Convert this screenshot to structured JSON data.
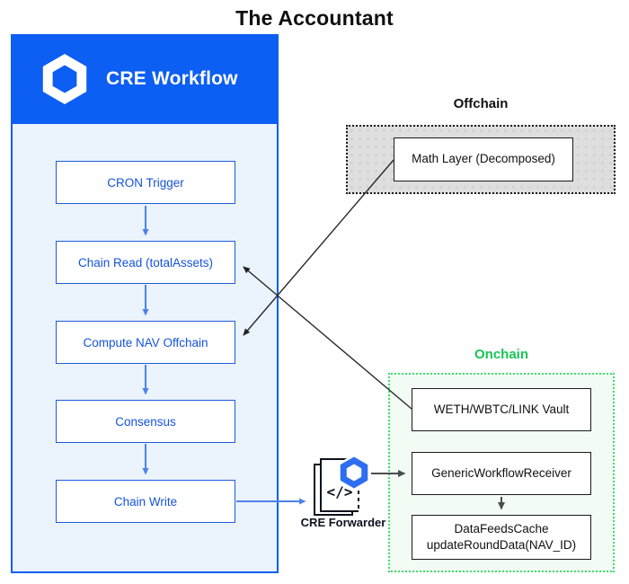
{
  "title": "The Accountant",
  "cre_panel": {
    "title": "CRE Workflow",
    "logo": "chainlink-hexagon-logo",
    "steps": [
      "CRON Trigger",
      "Chain Read (totalAssets)",
      "Compute NAV Offchain",
      "Consensus",
      "Chain Write"
    ]
  },
  "offchain": {
    "title": "Offchain",
    "math_layer": "Math Layer (Decomposed)"
  },
  "onchain": {
    "title": "Onchain",
    "vault": "WETH/WBTC/LINK Vault",
    "receiver": "GenericWorkflowReceiver",
    "datafeeds_line1": "DataFeedsCache",
    "datafeeds_line2": "updateRoundData(NAV_ID)"
  },
  "forwarder": {
    "label": "CRE Forwarder",
    "code_glyph": "</>",
    "icon": "code-pages-with-chainlink-badge"
  },
  "connections": [
    {
      "from": "CRON Trigger",
      "to": "Chain Read (totalAssets)"
    },
    {
      "from": "Chain Read (totalAssets)",
      "to": "Compute NAV Offchain"
    },
    {
      "from": "Compute NAV Offchain",
      "to": "Consensus"
    },
    {
      "from": "Consensus",
      "to": "Chain Write"
    },
    {
      "from": "Chain Write",
      "to": "CRE Forwarder"
    },
    {
      "from": "CRE Forwarder",
      "to": "GenericWorkflowReceiver"
    },
    {
      "from": "GenericWorkflowReceiver",
      "to": "DataFeedsCache updateRoundData(NAV_ID)"
    },
    {
      "from": "Math Layer (Decomposed)",
      "to": "Compute NAV Offchain"
    },
    {
      "from": "WETH/WBTC/LINK Vault",
      "to": "Chain Read (totalAssets)"
    }
  ],
  "colors": {
    "header_blue": "#0D5EF2",
    "panel_fill": "#EBF3FC",
    "box_border_blue": "#1D5BDB",
    "box_text_blue": "#1553DD",
    "arrow_blue": "#4D82E8",
    "onchain_green_text": "#18C457",
    "onchain_green_border": "#3CE06C",
    "onchain_fill": "#F2FBF4",
    "offchain_gray_fill": "#DEDEDE",
    "dark": "#1A1A1A",
    "arrow_dark": "#4D4D4D"
  }
}
